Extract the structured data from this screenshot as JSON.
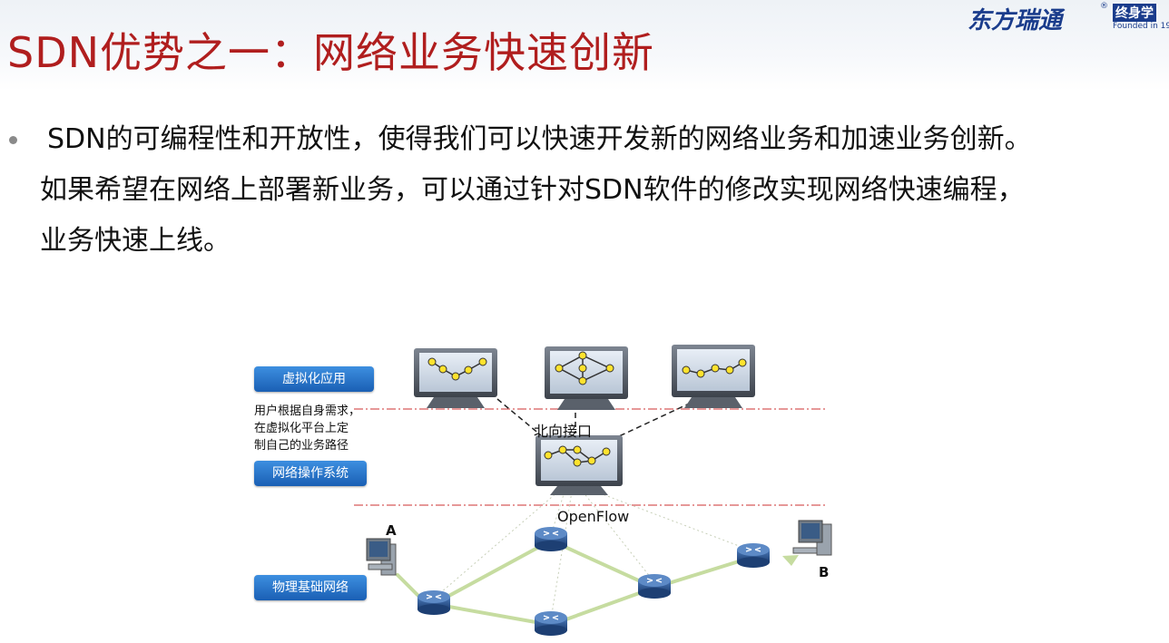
{
  "slide": {
    "title": "SDN优势之一：网络业务快速创新",
    "bullet_lines": [
      "SDN的可编程性和开放性，使得我们可以快速开发新的网络业务和加速业务创新。",
      "如果希望在网络上部署新业务，可以通过针对SDN软件的修改实现网络快速编程，",
      "业务快速上线。"
    ]
  },
  "logo": {
    "main": "东方瑞通",
    "reg": "®",
    "sub": "终身学",
    "founded": "Founded in 19"
  },
  "diagram": {
    "layer_buttons": {
      "virtual_app": "虚拟化应用",
      "network_os": "网络操作系统",
      "physical_network": "物理基础网络"
    },
    "note_lines": [
      "用户根据自身需求，",
      "在虚拟化平台上定",
      "制自己的业务路径"
    ],
    "northbound_label": "北向接口",
    "openflow_label": "OpenFlow",
    "host_a": "A",
    "host_b": "B"
  }
}
